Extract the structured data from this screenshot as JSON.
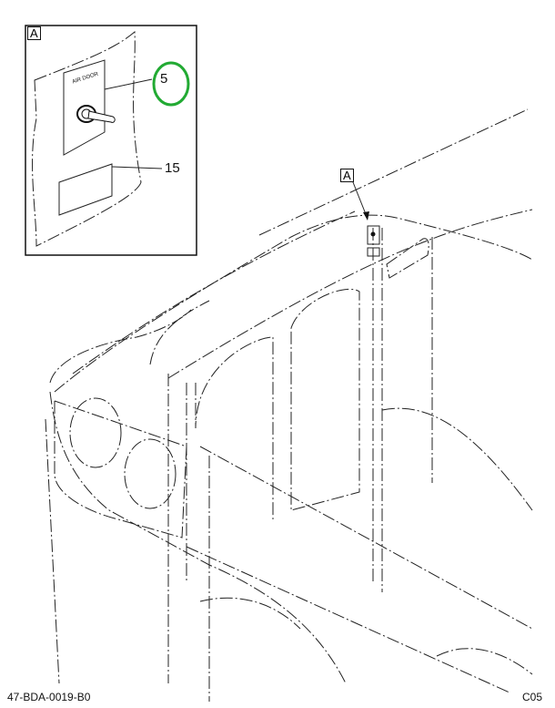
{
  "inset": {
    "view_label": "A",
    "switch_label": "AIR DOOR",
    "callouts": [
      "5",
      "15"
    ]
  },
  "main": {
    "view_callout": "A"
  },
  "footer": {
    "drawing_number": "47-BDA-0019-B0",
    "code": "C05"
  },
  "colors": {
    "highlight": "#22aa33",
    "line": "#222222"
  }
}
